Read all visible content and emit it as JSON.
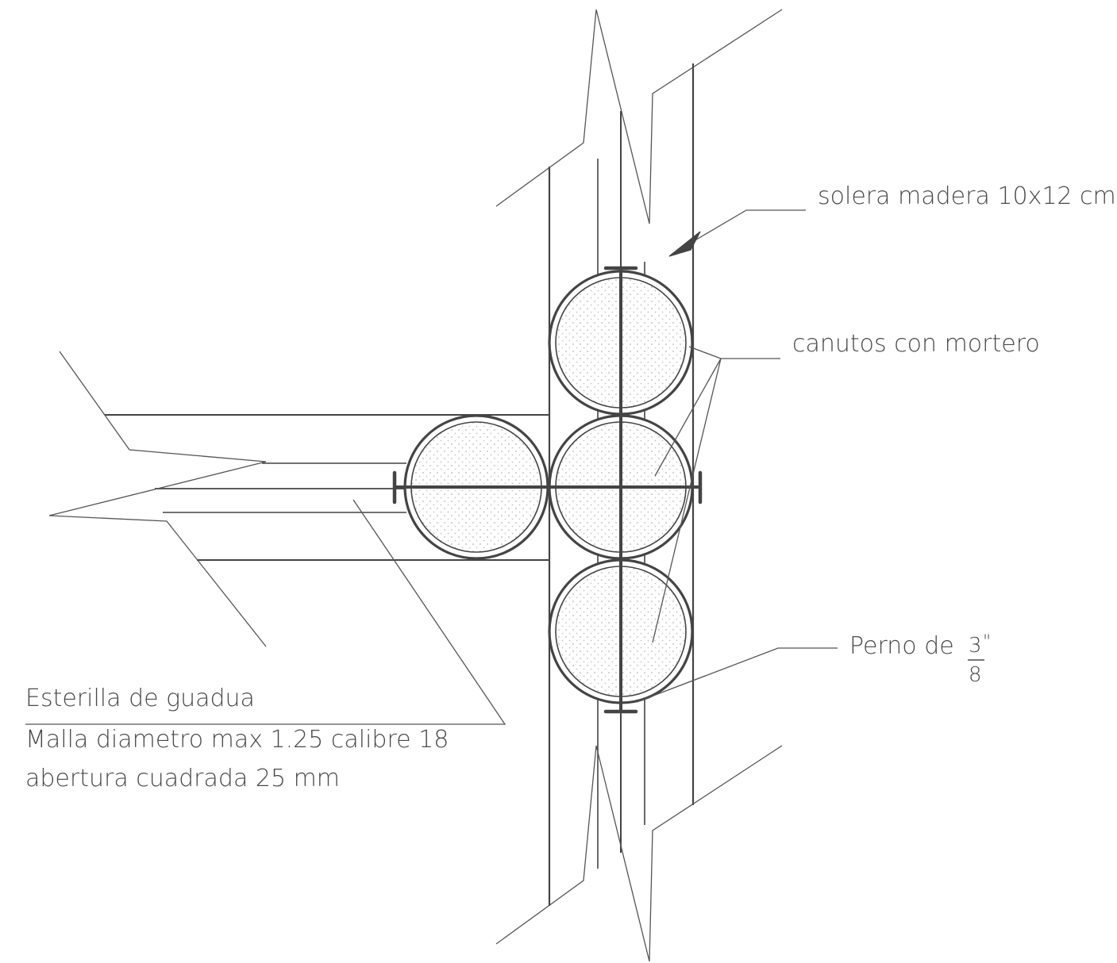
{
  "labels": {
    "solera": "solera madera 10x12 cm",
    "canutos": "canutos con mortero",
    "perno_text": "Perno de",
    "perno_numerator": "3",
    "perno_inch": "\"",
    "perno_denominator": "8",
    "esterilla": "Esterilla de guadua",
    "malla": "Malla diametro max 1.25 calibre 18",
    "abertura": "abertura cuadrada 25 mm"
  },
  "colors": {
    "line": "#444444",
    "thin_line": "#555555",
    "fill_dots": "#b5b5b5",
    "text": "#4a4a4a"
  }
}
